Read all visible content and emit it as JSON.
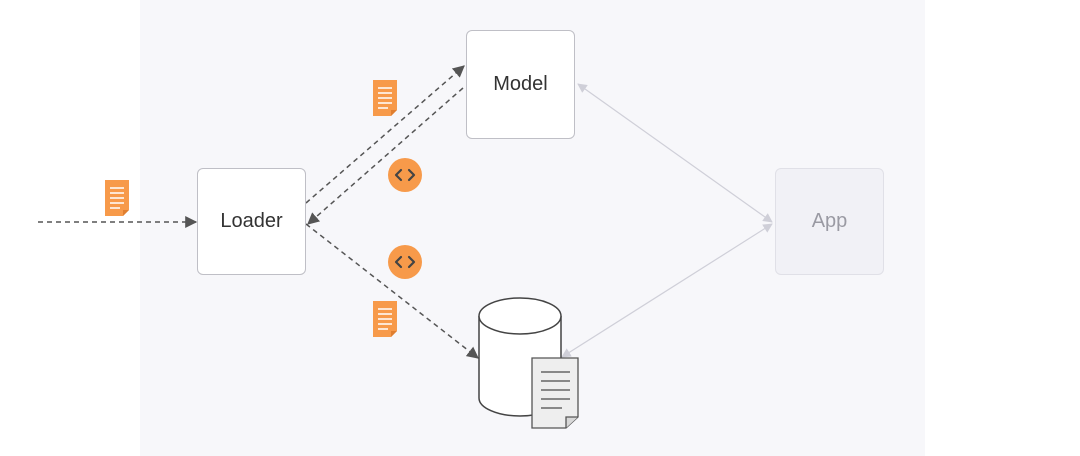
{
  "diagram": {
    "nodes": {
      "loader": {
        "label": "Loader"
      },
      "model": {
        "label": "Model"
      },
      "app": {
        "label": "App"
      }
    },
    "icons": {
      "document": "document-icon",
      "code": "code-icon",
      "database": "database-icon"
    },
    "colors": {
      "accent": "#f79a4a",
      "arrow_dark": "#555555",
      "arrow_light": "#d3d3dc",
      "panel_bg": "#f7f7fa"
    }
  }
}
